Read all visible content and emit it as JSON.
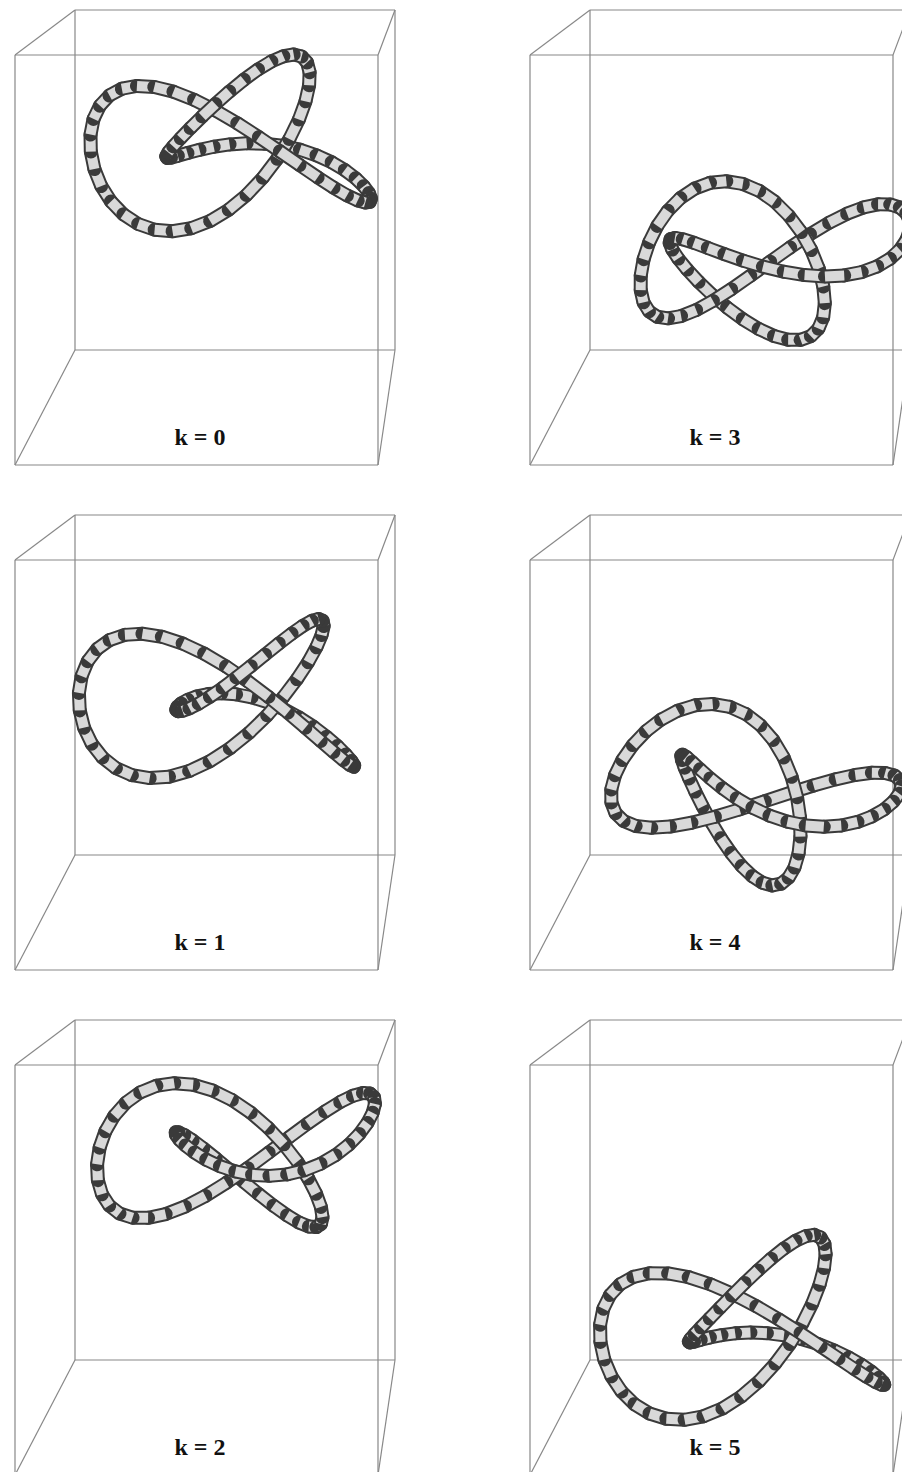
{
  "diagram": {
    "labels": [
      "k = 0",
      "k = 3",
      "k = 1",
      "k = 4",
      "k = 2",
      "k = 5"
    ]
  }
}
